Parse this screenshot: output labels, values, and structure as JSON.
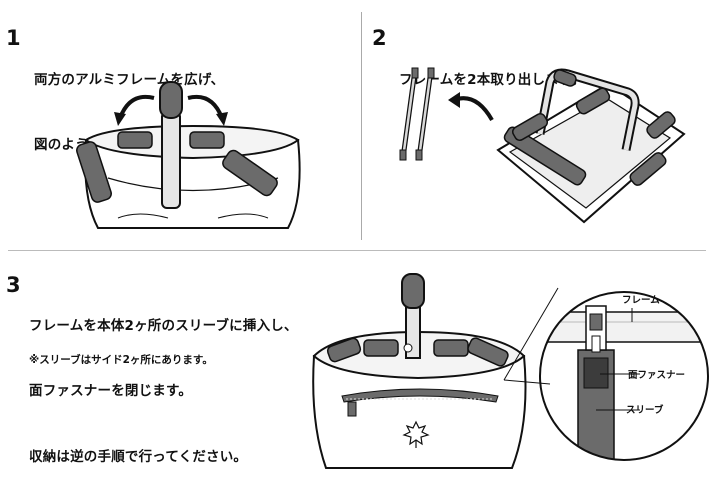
{
  "steps": [
    {
      "number": "1",
      "lines": [
        "両方のアルミフレームを広げ、",
        "図のような状態にします。"
      ]
    },
    {
      "number": "2",
      "lines": [
        "フレームを2本取り出します。"
      ]
    },
    {
      "number": "3",
      "lines": [
        "フレームを本体2ヶ所のスリーブに挿入し、",
        "面ファスナーを閉じます。",
        "収納は逆の手順で行ってください。"
      ],
      "note": "※スリーブはサイド2ヶ所にあります。"
    }
  ],
  "callouts": {
    "frame": "フレーム",
    "fastener": "面ファスナー",
    "sleeve": "スリーブ"
  },
  "icons": {
    "arrow": "curved-arrow-icon",
    "logo": "maple-leaf-logo-icon"
  },
  "colors": {
    "line": "#111111",
    "panel": "#6b6b6b",
    "panel_light": "#9a9a9a",
    "floor": "#eeeeee"
  }
}
